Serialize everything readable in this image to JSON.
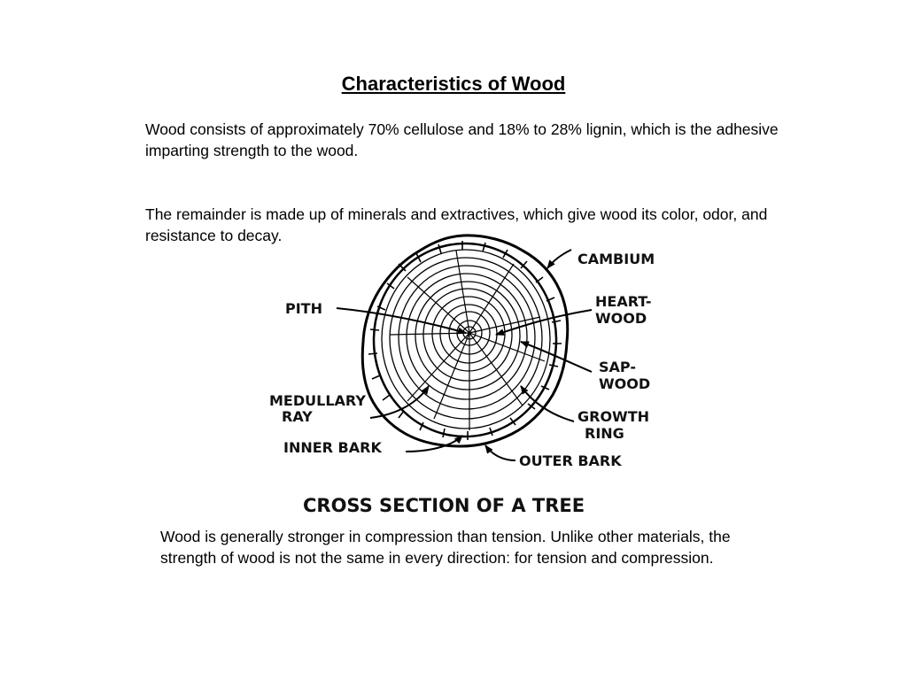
{
  "title": "Characteristics of Wood",
  "paragraphs": {
    "p1": "Wood consists of approximately 70% cellulose and 18% to 28% lignin, which is the adhesive imparting strength to the wood.",
    "p2": "The remainder is made up of minerals and extractives, which give wood its color, odor, and resistance to decay.",
    "p3": "Wood is generally stronger in compression than tension. Unlike other materials, the strength of wood is not the same in every direction: for tension and compression."
  },
  "diagram": {
    "labels": {
      "cambium": "CAMBIUM",
      "heartwood_1": "HEART-",
      "heartwood_2": "WOOD",
      "sapwood_1": "SAP-",
      "sapwood_2": "WOOD",
      "growth_ring_1": "GROWTH",
      "growth_ring_2": "RING",
      "outer_bark": "OUTER BARK",
      "pith": "PITH",
      "medullary_ray_1": "MEDULLARY",
      "medullary_ray_2": "RAY",
      "inner_bark": "INNER BARK"
    },
    "caption": "CROSS SECTION OF A TREE"
  }
}
